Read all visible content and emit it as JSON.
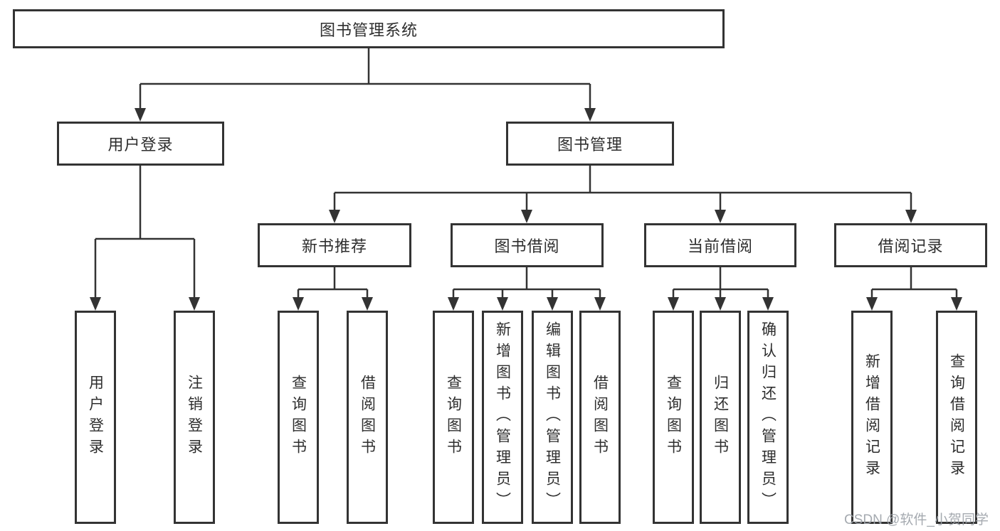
{
  "tree": {
    "root": {
      "label": "图书管理系统"
    },
    "branches": [
      {
        "label": "用户登录",
        "children": [
          {
            "label": "用户登录"
          },
          {
            "label": "注销登录"
          }
        ]
      },
      {
        "label": "图书管理",
        "children": [
          {
            "label": "新书推荐",
            "children": [
              {
                "label": "查询图书"
              },
              {
                "label": "借阅图书"
              }
            ]
          },
          {
            "label": "图书借阅",
            "children": [
              {
                "label": "查询图书"
              },
              {
                "label": "新增图书（管理员）"
              },
              {
                "label": "编辑图书（管理员）"
              },
              {
                "label": "借阅图书"
              }
            ]
          },
          {
            "label": "当前借阅",
            "children": [
              {
                "label": "查询图书"
              },
              {
                "label": "归还图书"
              },
              {
                "label": "确认归还（管理员）"
              }
            ]
          },
          {
            "label": "借阅记录",
            "children": [
              {
                "label": "新增借阅记录"
              },
              {
                "label": "查询借阅记录"
              }
            ]
          }
        ]
      }
    ]
  },
  "watermark": {
    "text": "CSDN @软件_小贺同学"
  },
  "colors": {
    "line": "#333333",
    "box_border": "#333333",
    "text": "#2e2e2e",
    "background": "#ffffff",
    "watermark": "#9ba1a7"
  }
}
